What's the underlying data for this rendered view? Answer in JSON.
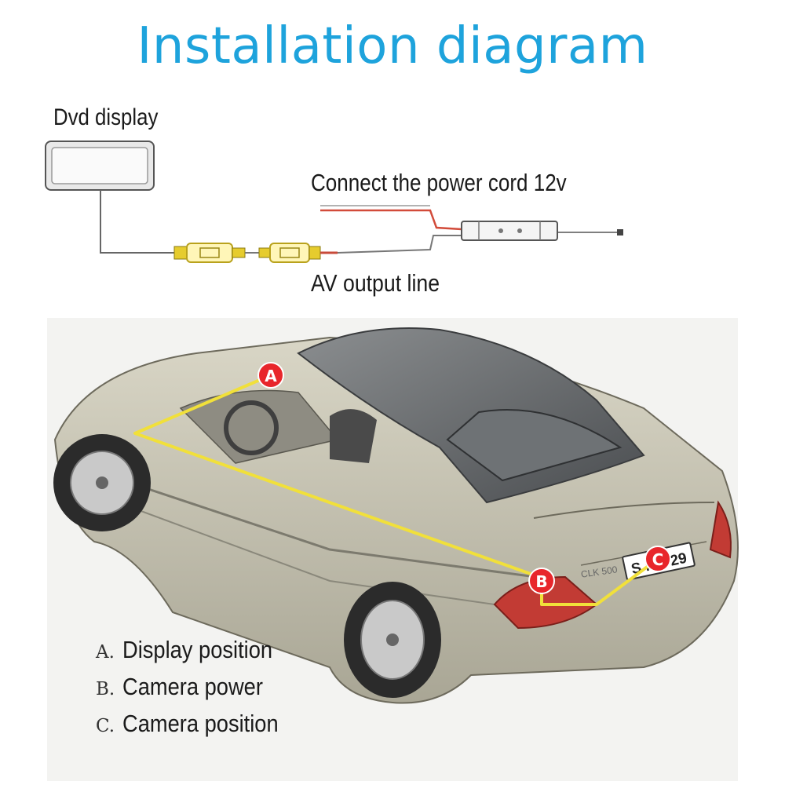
{
  "title": "Installation diagram",
  "wiring": {
    "display_label": "Dvd display",
    "power_label": "Connect the power cord 12v",
    "av_label": "AV output line"
  },
  "markers": [
    {
      "letter": "A"
    },
    {
      "letter": "B"
    },
    {
      "letter": "C"
    }
  ],
  "plate_text": "S NK 29",
  "car_badge": "CLK 500",
  "legend": [
    {
      "letter": "A.",
      "text": "Display position"
    },
    {
      "letter": "B.",
      "text": "Camera power"
    },
    {
      "letter": "C.",
      "text": "Camera position"
    }
  ],
  "colors": {
    "title": "#1ea3dc",
    "marker": "#e8262b",
    "cable_route": "#f1e03a",
    "power_wire": "#d24b3a",
    "connector": "#e6cc2e"
  }
}
